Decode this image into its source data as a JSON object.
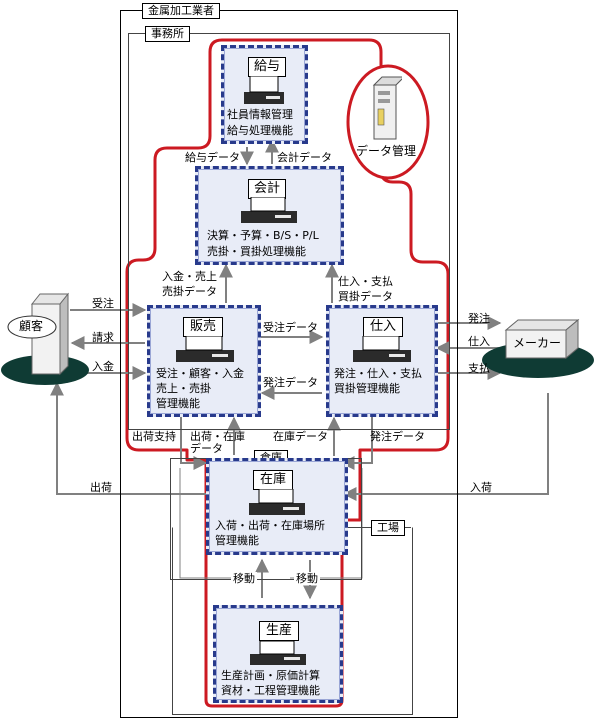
{
  "company": {
    "label": "金属加工業者"
  },
  "office": {
    "label": "事務所"
  },
  "warehouse": {
    "label": "倉庫"
  },
  "factory": {
    "label": "工場"
  },
  "data_mgmt": {
    "label": "データ管理"
  },
  "customer": {
    "label": "顧客"
  },
  "maker": {
    "label": "メーカー"
  },
  "systems": {
    "payroll": {
      "title": "給与",
      "desc1": "社員情報管理",
      "desc2": "給与処理機能"
    },
    "accounting": {
      "title": "会計",
      "desc1": "決算・予算・B/S・P/L",
      "desc2": "売掛・買掛処理機能"
    },
    "sales": {
      "title": "販売",
      "desc1": "受注・顧客・入金",
      "desc2": "売上・売掛",
      "desc3": "管理機能"
    },
    "purchase": {
      "title": "仕入",
      "desc1": "発注・仕入・支払",
      "desc2": "買掛管理機能"
    },
    "inventory": {
      "title": "在庫",
      "desc1": "入荷・出荷・在庫場所",
      "desc2": "管理機能"
    },
    "production": {
      "title": "生産",
      "desc1": "生産計画・原価計算",
      "desc2": "資材・工程管理機能"
    }
  },
  "flows": {
    "payroll_data": "給与データ",
    "accounting_data": "会計データ",
    "sales_to_acc_1": "入金・売上",
    "sales_to_acc_2": "売掛データ",
    "pur_to_acc_1": "仕入・支払",
    "pur_to_acc_2": "買掛データ",
    "order_received_data": "受注データ",
    "order_placed_data": "発注データ",
    "order_received": "受注",
    "invoice": "請求",
    "payment_in": "入金",
    "order_placed": "発注",
    "purchase_in": "仕入",
    "payment_out": "支払",
    "shipping_support": "出荷支持",
    "shipping_stock_1": "出荷・在庫",
    "shipping_stock_2": "データ",
    "stock_data": "在庫データ",
    "order_data_2": "発注データ",
    "shipping": "出荷",
    "arrival": "入荷",
    "move_1": "移動",
    "move_2": "移動"
  }
}
